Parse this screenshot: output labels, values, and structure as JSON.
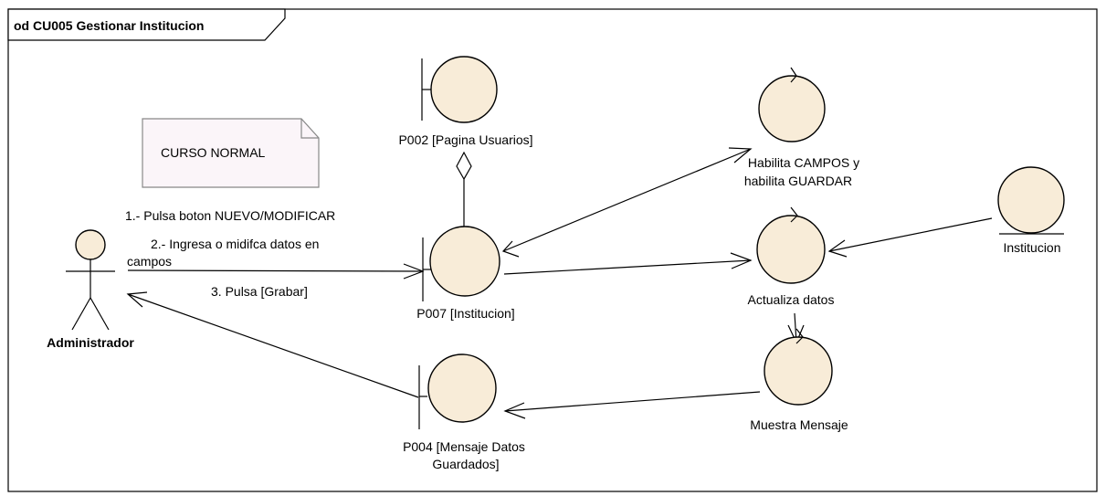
{
  "frame": {
    "title": "od CU005 Gestionar Institucion"
  },
  "note": {
    "text": "CURSO NORMAL"
  },
  "actors": {
    "administrador": {
      "label": "Administrador"
    }
  },
  "boundaries": {
    "p002": {
      "label": "P002 [Pagina Usuarios]"
    },
    "p007": {
      "label": "P007 [Institucion]"
    },
    "p004": {
      "label_line1": "P004 [Mensaje Datos",
      "label_line2": "Guardados]"
    }
  },
  "controls": {
    "habilita": {
      "label_line1": "Habilita CAMPOS y",
      "label_line2": "habilita GUARDAR"
    },
    "actualiza": {
      "label": "Actualiza datos"
    },
    "muestra": {
      "label": "Muestra Mensaje"
    }
  },
  "entities": {
    "institucion": {
      "label": "Institucion"
    }
  },
  "messages": {
    "m1": "1.- Pulsa boton NUEVO/MODIFICAR",
    "m2_line1": "2.- Ingresa o midifca datos en",
    "m2_line2": "campos",
    "m3": "3. Pulsa [Grabar]"
  },
  "colors": {
    "element_fill": "#f8ecd8",
    "note_fill": "#fbf5f9"
  }
}
